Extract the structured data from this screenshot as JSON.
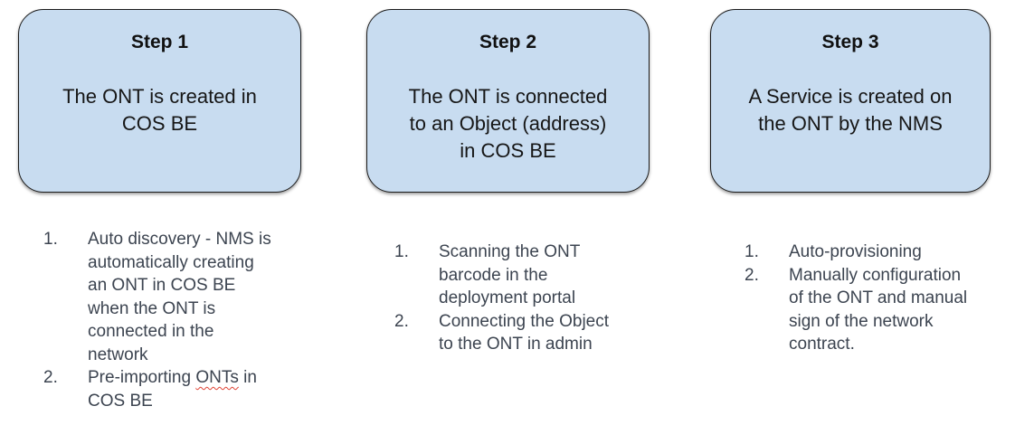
{
  "colors": {
    "box_fill": "#c8dcf0",
    "box_border": "#1b1b1b",
    "box_text": "#161616",
    "list_text": "#3c4450",
    "spellcheck_underline": "#e04234",
    "background": "#ffffff"
  },
  "columns": [
    {
      "box": {
        "title": "Step 1",
        "body": "The ONT is created in\nCOS BE"
      },
      "list": [
        {
          "num": "1.",
          "text": "Auto discovery - NMS is\nautomatically creating\nan ONT in COS BE\nwhen the ONT is\nconnected in the\nnetwork"
        },
        {
          "num": "2.",
          "pre": "Pre-importing ",
          "squiggle": "ONTs",
          "post": " in\nCOS BE"
        }
      ]
    },
    {
      "box": {
        "title": "Step 2",
        "body": "The ONT is connected\nto an Object (address)\nin COS BE"
      },
      "list": [
        {
          "num": "1.",
          "text": "Scanning the ONT\nbarcode in the\ndeployment portal"
        },
        {
          "num": "2.",
          "text": "Connecting the Object\nto the ONT in admin"
        }
      ]
    },
    {
      "box": {
        "title": "Step 3",
        "body": "A Service is created on\nthe ONT by the NMS"
      },
      "list": [
        {
          "num": "1.",
          "text": "Auto-provisioning"
        },
        {
          "num": "2.",
          "text": "Manually configuration\nof the ONT and manual\nsign of the network\ncontract."
        }
      ]
    }
  ]
}
